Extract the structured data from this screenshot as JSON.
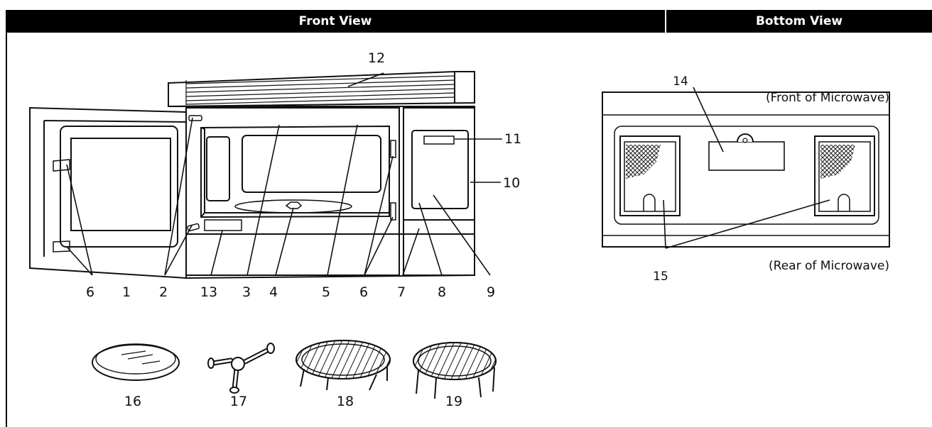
{
  "header": {
    "front_view": "Front View",
    "bottom_view": "Bottom View"
  },
  "front_view": {
    "callouts": [
      "1",
      "2",
      "3",
      "4",
      "5",
      "6",
      "6",
      "7",
      "8",
      "9",
      "10",
      "11",
      "12",
      "13"
    ]
  },
  "bottom_view": {
    "front_label": "(Front of Microwave)",
    "rear_label": "(Rear of Microwave)",
    "callouts": [
      "14",
      "15"
    ]
  },
  "accessories": {
    "callouts": [
      "16",
      "17",
      "18",
      "19"
    ]
  }
}
